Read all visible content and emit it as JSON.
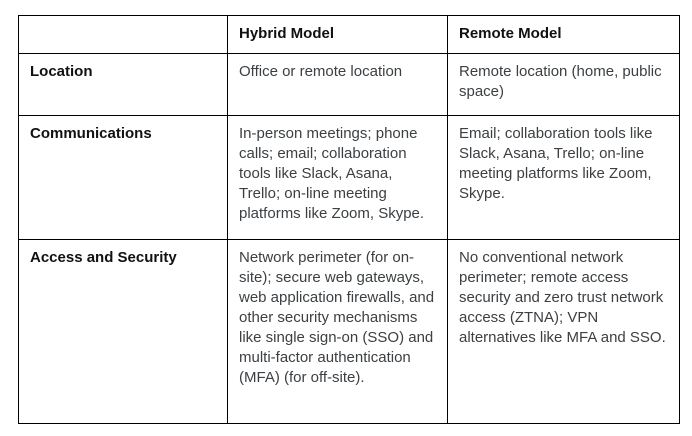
{
  "table": {
    "columns": [
      "",
      "Hybrid Model",
      "Remote Model"
    ],
    "rows": [
      {
        "label": "Location",
        "hybrid": "Office or remote location",
        "remote": "Remote location (home, public space)"
      },
      {
        "label": "Communications",
        "hybrid": "In-person meetings; phone calls; email; collaboration tools like Slack, Asana, Trello; on-line meeting platforms like Zoom, Skype.",
        "remote": "Email; collaboration tools like Slack, Asana, Trello; on-line meeting platforms like Zoom, Skype."
      },
      {
        "label": "Access and Security",
        "hybrid": "Network perimeter (for on-site); secure web gateways, web application firewalls, and other security mechanisms like single sign-on (SSO) and multi-factor authentication (MFA) (for off-site).",
        "remote": "No conventional network perimeter; remote access security and zero trust network access (ZTNA); VPN alternatives like MFA and SSO."
      }
    ]
  }
}
